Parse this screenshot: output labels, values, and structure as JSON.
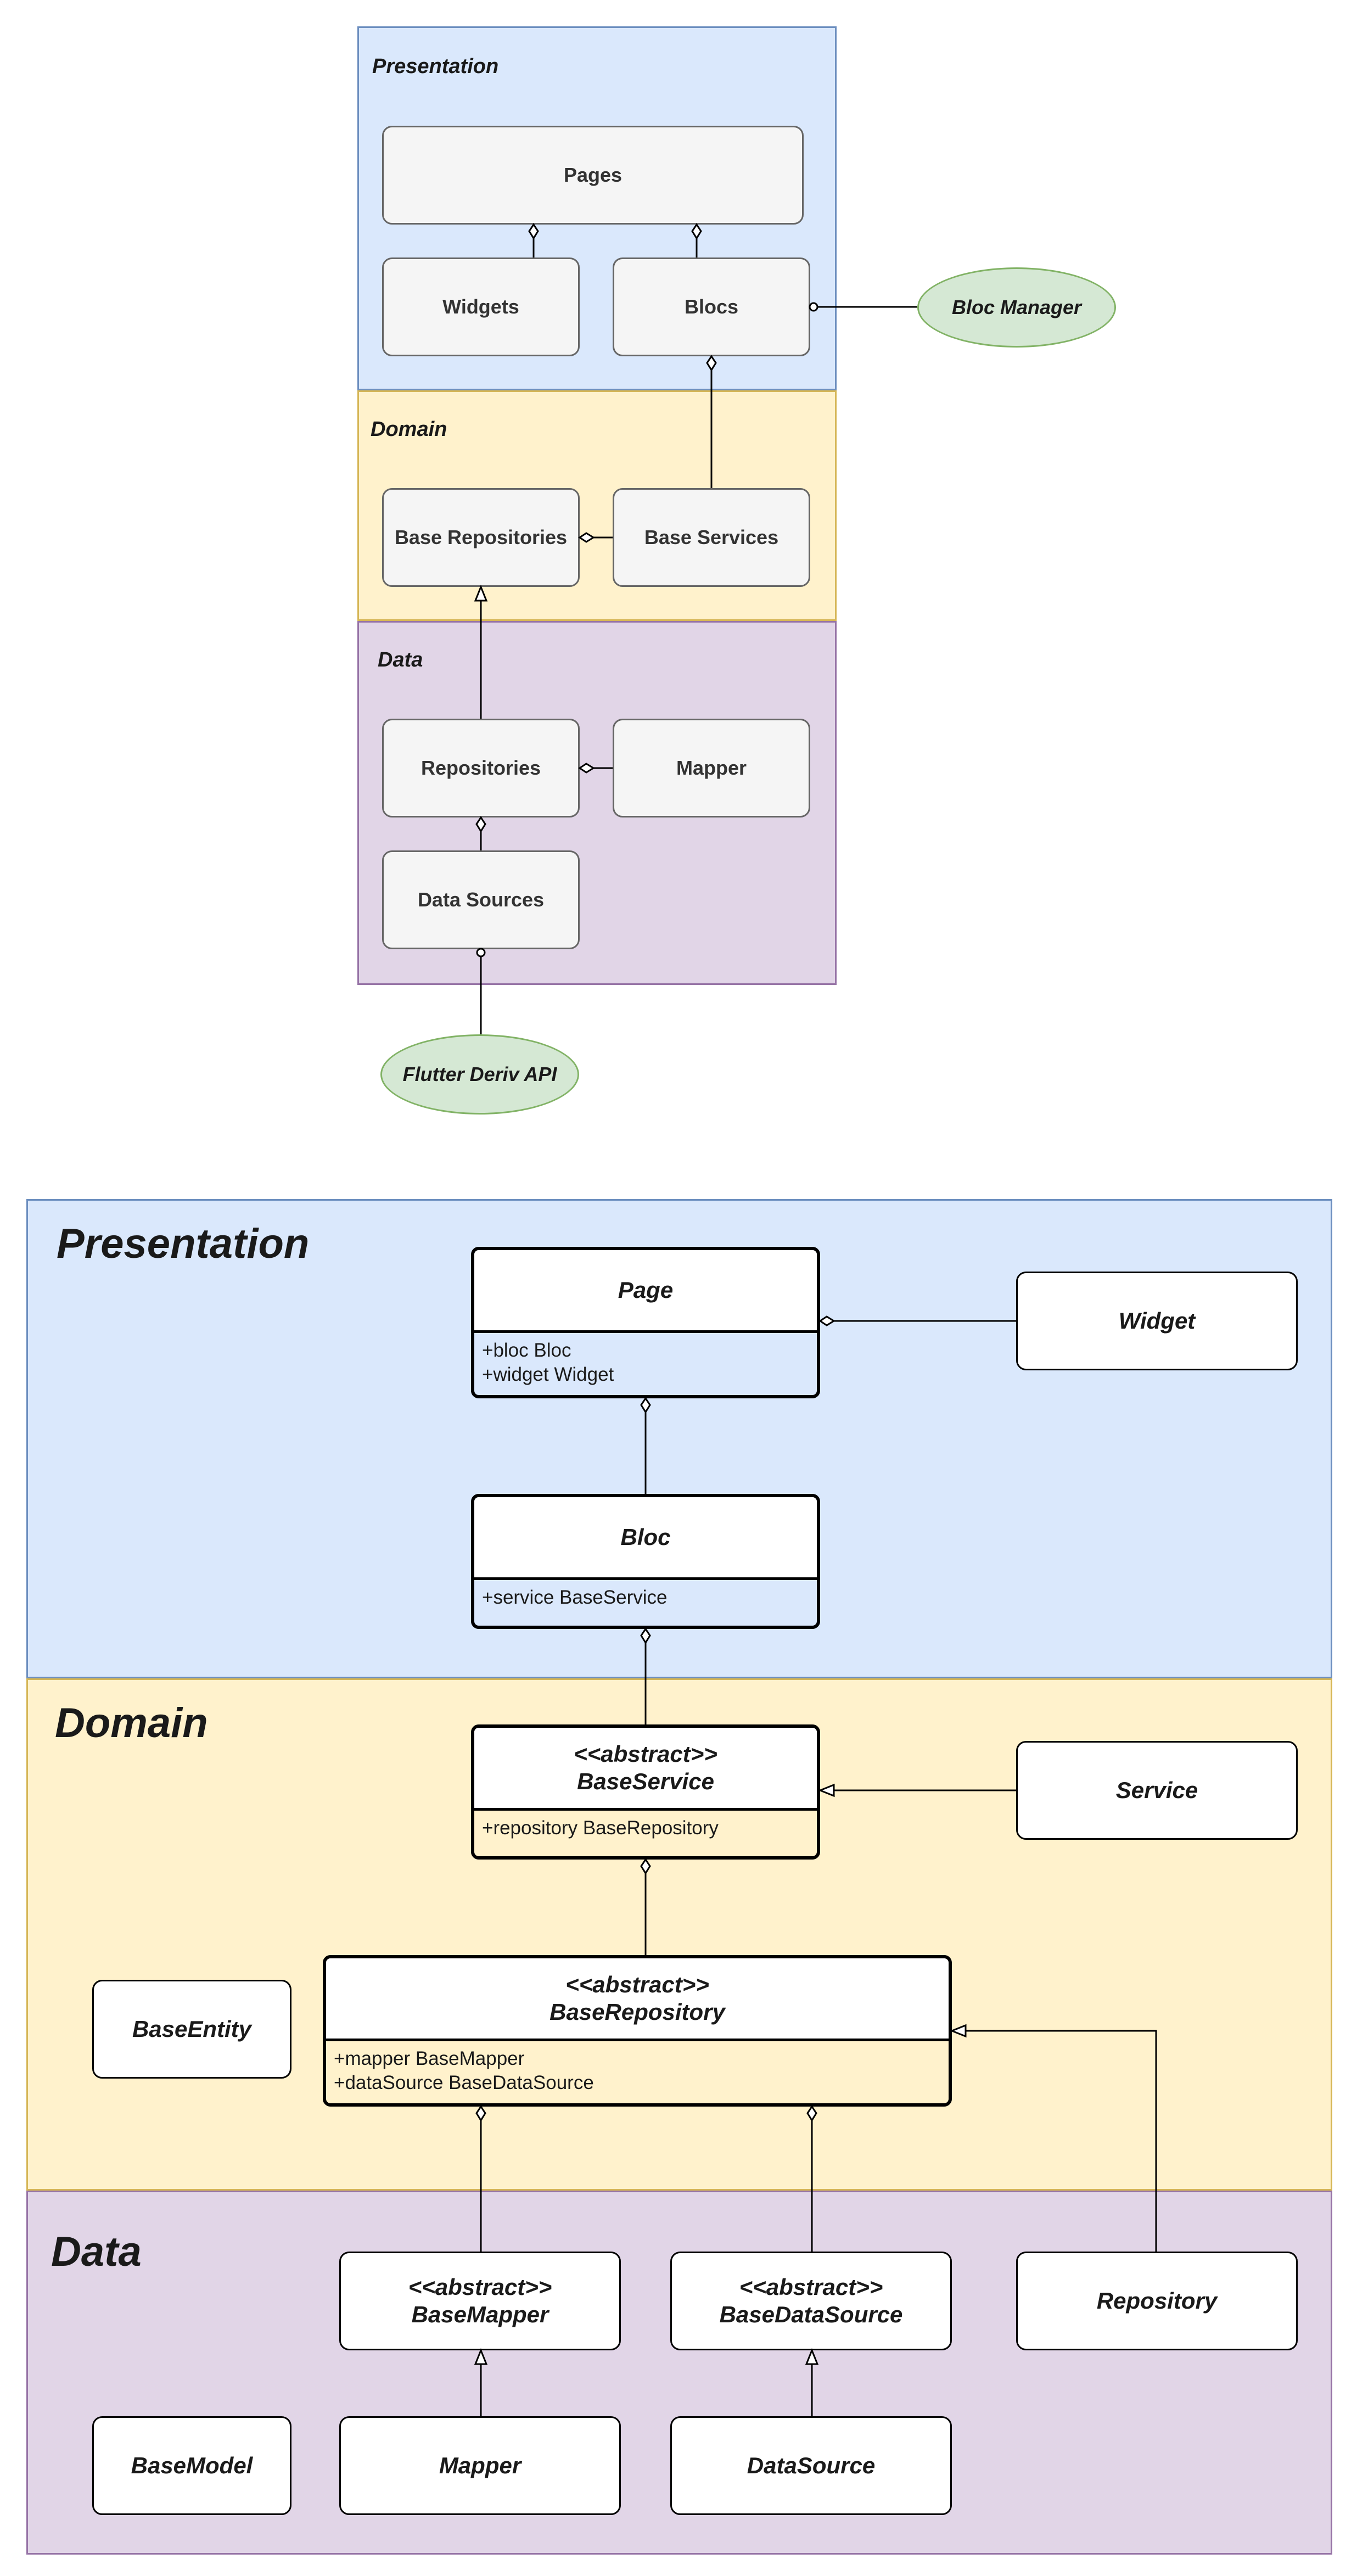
{
  "top_diagram": {
    "layers": {
      "presentation": "Presentation",
      "domain": "Domain",
      "data": "Data"
    },
    "boxes": {
      "pages": "Pages",
      "widgets": "Widgets",
      "blocs": "Blocs",
      "base_repositories": "Base Repositories",
      "base_services": "Base Services",
      "repositories": "Repositories",
      "mapper": "Mapper",
      "data_sources": "Data Sources"
    },
    "externals": {
      "bloc_manager": "Bloc Manager",
      "flutter_deriv_api": "Flutter Deriv API"
    }
  },
  "bottom_diagram": {
    "layers": {
      "presentation": "Presentation",
      "domain": "Domain",
      "data": "Data"
    },
    "classes": {
      "page": {
        "name": "Page",
        "fields": [
          "+bloc Bloc",
          "+widget Widget"
        ]
      },
      "bloc": {
        "name": "Bloc",
        "fields": [
          "+service BaseService"
        ]
      },
      "base_service": {
        "stereotype": "<<abstract>>",
        "name": "BaseService",
        "fields": [
          "+repository BaseRepository"
        ]
      },
      "base_repository": {
        "stereotype": "<<abstract>>",
        "name": "BaseRepository",
        "fields": [
          "+mapper BaseMapper",
          "+dataSource BaseDataSource"
        ]
      }
    },
    "boxes": {
      "widget": "Widget",
      "service": "Service",
      "base_entity": "BaseEntity",
      "base_mapper": {
        "stereotype": "<<abstract>>",
        "name": "BaseMapper"
      },
      "base_data_source": {
        "stereotype": "<<abstract>>",
        "name": "BaseDataSource"
      },
      "repository": "Repository",
      "base_model": "BaseModel",
      "mapper": "Mapper",
      "data_source": "DataSource"
    }
  },
  "colors": {
    "presentation_fill": "#dae8fc",
    "domain_fill": "#fff2cc",
    "data_fill": "#e1d5e7",
    "external_fill": "#d5e8d4"
  }
}
